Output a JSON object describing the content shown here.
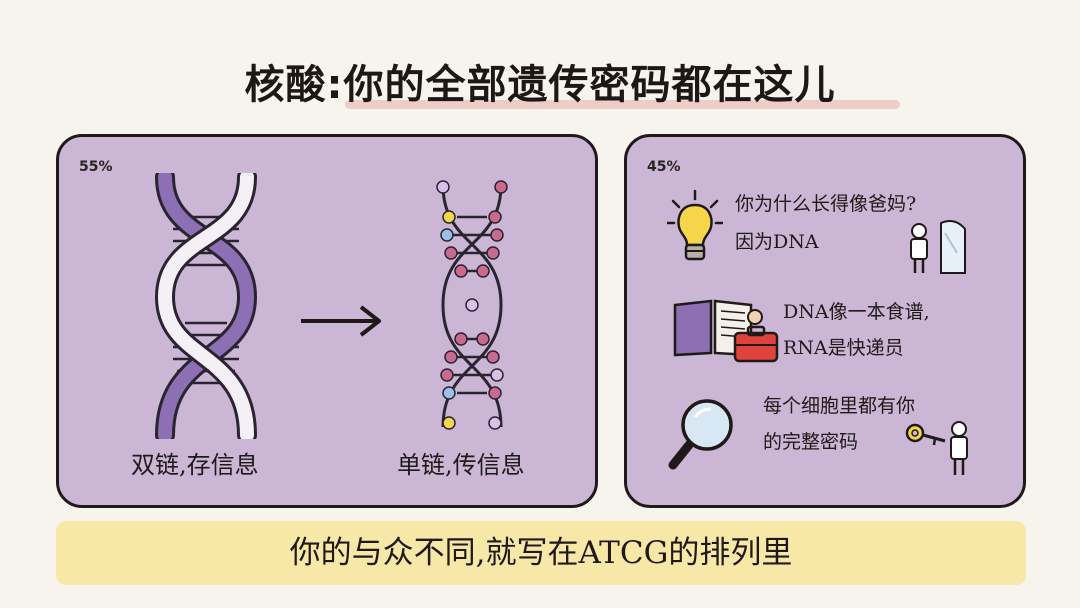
{
  "title": "核酸:你的全部遗传密码都在这儿",
  "left_panel": {
    "percent": "55%",
    "dna_caption": "双链,存信息",
    "rna_caption": "单链,传信息"
  },
  "right_panel": {
    "percent": "45%",
    "items": [
      {
        "icon": "lightbulb-icon",
        "lines": [
          "你为什么长得像爸妈?",
          "因为DNA"
        ],
        "figure": "person-mirror-icon"
      },
      {
        "icon": "open-book-icon",
        "lines": [
          "DNA像一本食谱,",
          "RNA是快递员"
        ],
        "figure": "courier-briefcase-icon"
      },
      {
        "icon": "magnifier-icon",
        "lines": [
          "每个细胞里都有你",
          "的完整密码"
        ],
        "figure": "person-key-icon"
      }
    ]
  },
  "banner": "你的与众不同,就写在ATCG的排列里",
  "colors": {
    "panel": "#cbb6d6",
    "banner": "#f7e8a8",
    "title_underline": "#ecc9c3",
    "dna_strand": "#8d6fb3"
  }
}
